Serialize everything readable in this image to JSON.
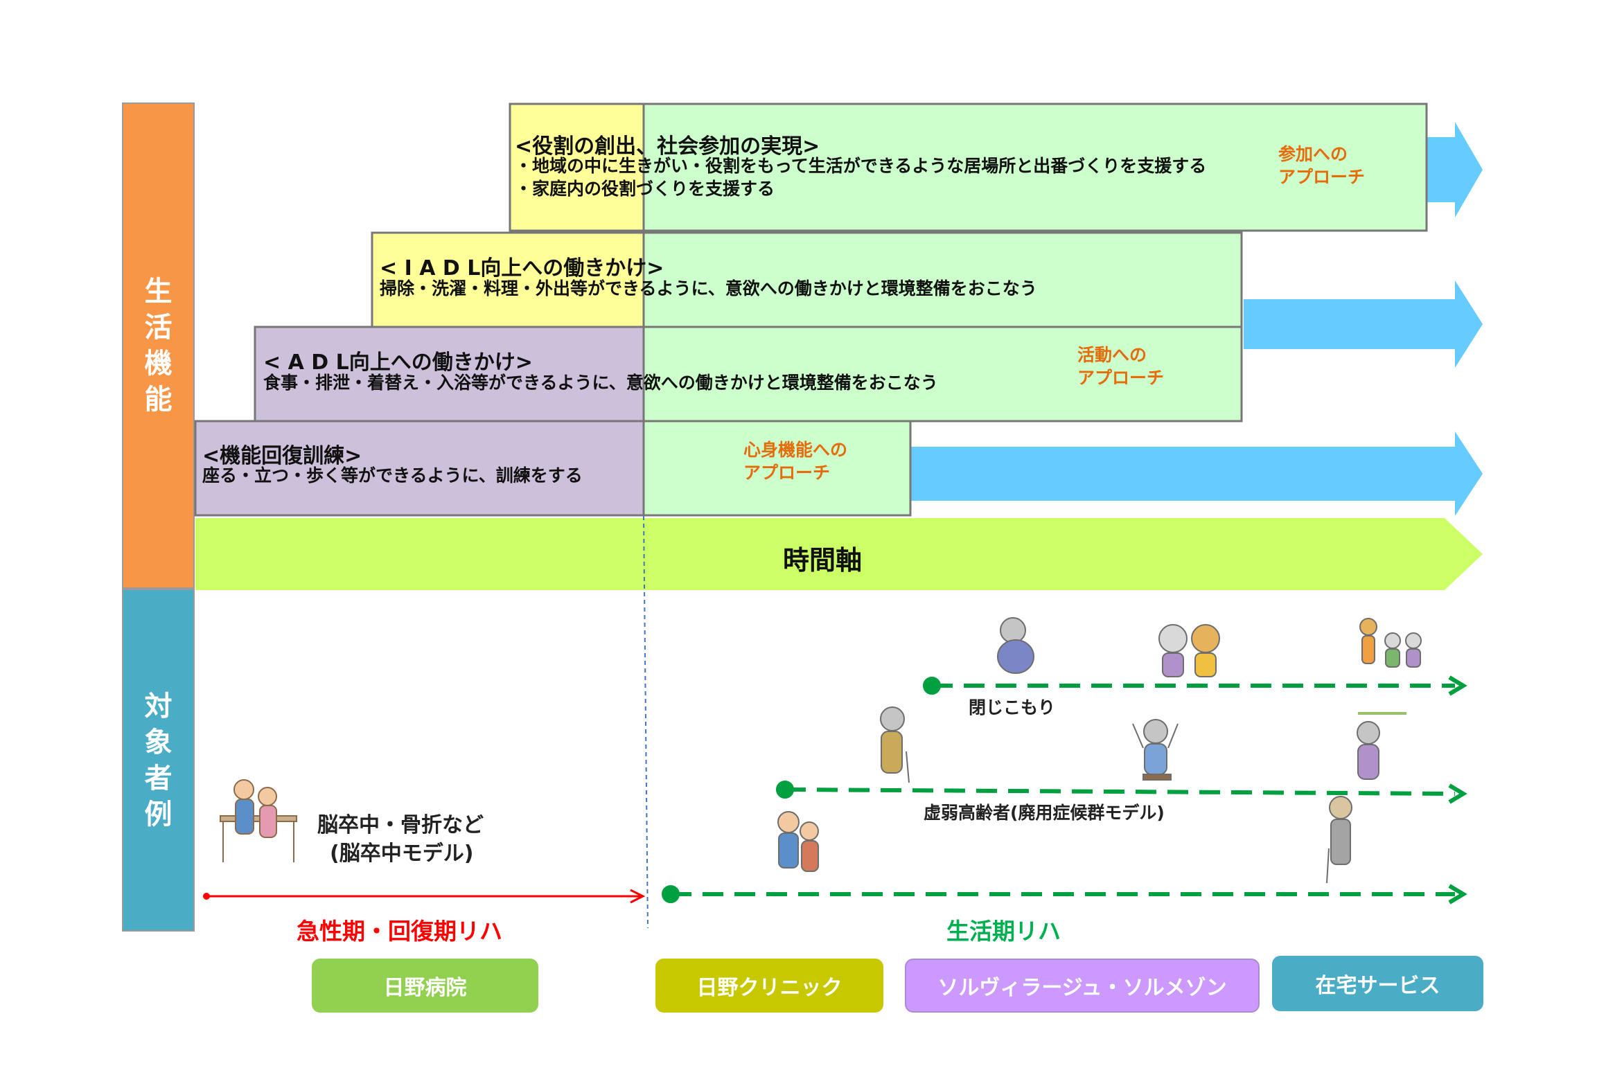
{
  "sidebar": {
    "top_chars": [
      "生",
      "活",
      "機",
      "能"
    ],
    "bottom_chars": [
      "対",
      "象",
      "者",
      "例"
    ]
  },
  "bands": {
    "participation": {
      "heading": "<役割の創出、社会参加の実現>",
      "lines": [
        "・地域の中に生きがい・役割をもって生活ができるような居場所と出番づくりを支援する",
        "・家庭内の役割づくりを支援する"
      ],
      "approach": [
        "参加への",
        "アプローチ"
      ]
    },
    "iadl": {
      "heading": "< I A D L向上への働きかけ>",
      "line": "掃除・洗濯・料理・外出等ができるように、意欲への働きかけと環境整備をおこなう"
    },
    "adl": {
      "heading": "< A D L向上への働きかけ>",
      "line": "食事・排泄・着替え・入浴等ができるように、意欲への働きかけと環境整備をおこなう",
      "approach": [
        "活動への",
        "アプローチ"
      ]
    },
    "function": {
      "heading": "<機能回復訓練>",
      "line": "座る・立つ・歩く等ができるように、訓練をする",
      "approach": [
        "心身機能への",
        "アプローチ"
      ]
    }
  },
  "time_axis": "時間軸",
  "examples": {
    "stroke": [
      "脳卒中・骨折など",
      "(脳卒中モデル)"
    ],
    "frail": "虚弱高齢者(廃用症候群モデル)",
    "withdrawn": "閉じこもり"
  },
  "phases": {
    "acute": "急性期・回復期リハ",
    "life": "生活期リハ"
  },
  "facilities": [
    {
      "label": "日野病院",
      "color": "#92d050"
    },
    {
      "label": "日野クリニック",
      "color": "#c8c800"
    },
    {
      "label": "ソルヴィラージュ・ソルメゾン",
      "color": "#cc99ff"
    },
    {
      "label": "在宅サービス",
      "color": "#4bacc6"
    }
  ],
  "colors": {
    "sidebar_top": "#f79646",
    "sidebar_bottom": "#4bacc6",
    "yellow": "#ffff99",
    "purple": "#ccc0da",
    "green": "#ccffcc",
    "blue_arrow": "#66ccff",
    "lime_arrow": "#ccff66",
    "orange_text": "#e46c0a",
    "red_text": "#ff0000",
    "green_text": "#00b050"
  }
}
